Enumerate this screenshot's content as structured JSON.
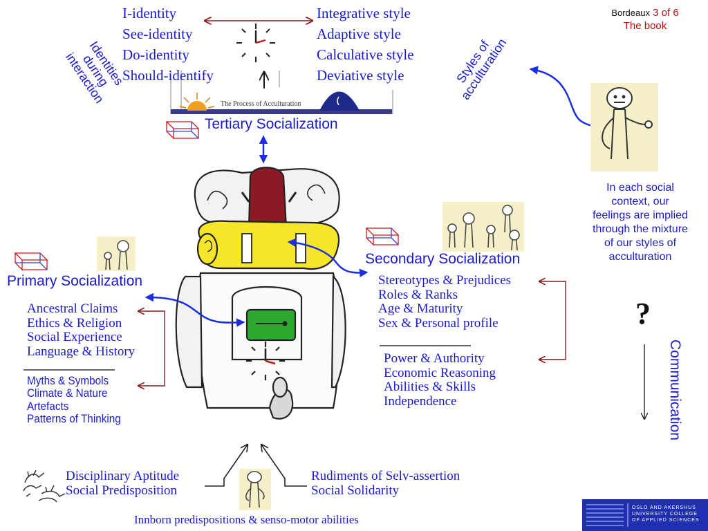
{
  "header": {
    "location": "Bordeaux",
    "page": "3 of 6",
    "subtitle": "The book"
  },
  "identities": {
    "label_line1": "Identities during",
    "label_line2": "interaction",
    "items": [
      "I-identity",
      "See-identity",
      "Do-identity",
      "Should-identify"
    ]
  },
  "styles": {
    "label_line1": "Styles of",
    "label_line2": "acculturation",
    "items": [
      "Integrative style",
      "Adaptive style",
      "Calculative style",
      "Deviative style"
    ]
  },
  "banner": {
    "text": "The Process of Acculturation"
  },
  "tertiary": {
    "title": "Tertiary Socialization"
  },
  "primary": {
    "title": "Primary Socialization",
    "group1": [
      "Ancestral Claims",
      "Ethics & Religion",
      "Social Experience",
      "Language & History"
    ],
    "group2": [
      "Myths & Symbols",
      "Climate & Nature",
      "Artefacts",
      "Patterns of Thinking"
    ]
  },
  "secondary": {
    "title": "Secondary Socialization",
    "group1": [
      "Stereotypes & Prejudices",
      "Roles & Ranks",
      "Age & Maturity",
      "Sex & Personal profile"
    ],
    "group2": [
      "Power & Authority",
      "Economic Reasoning",
      "Abilities & Skills",
      "Independence"
    ]
  },
  "side_note": {
    "lines": [
      "In each social",
      "context, our",
      "feelings are implied",
      "through the mixture",
      "of our styles of",
      "acculturation"
    ],
    "question": "?",
    "communication": "Communication"
  },
  "bottom": {
    "left": [
      "Disciplinary Aptitude",
      "Social Predisposition"
    ],
    "right": [
      "Rudiments of Selv-assertion",
      "Social Solidarity"
    ],
    "caption": "Innborn predispositions & senso-motor abilities"
  },
  "logo": {
    "lines": [
      "OSLO AND AKERSHUS",
      "UNIVERSITY COLLEGE",
      "OF APPLIED SCIENCES"
    ]
  },
  "colors": {
    "text_blue": "#1a1acc",
    "arrow_red": "#8b1a1a",
    "arrow_blue": "#1a2ee0",
    "header_red": "#b01010",
    "bag_red": "#8b1a24",
    "bag_yellow": "#f5e62a",
    "bag_green": "#2ea82e",
    "logo_blue": "#1f2fb0"
  }
}
